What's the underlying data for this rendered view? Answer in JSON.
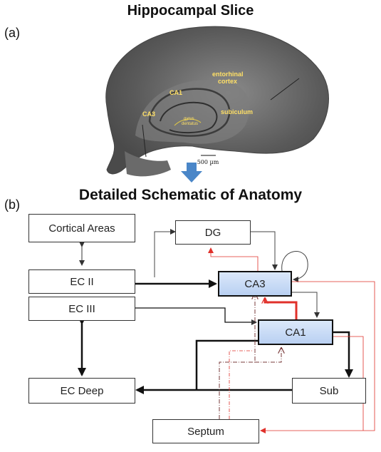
{
  "top_title": "Hippocampal Slice",
  "bottom_title": "Detailed Schematic of Anatomy",
  "panel_a": "(a)",
  "panel_b": "(b)",
  "slice_labels": {
    "entorhinal": "entorhinal\ncortex",
    "ca1": "CA1",
    "ca3": "CA3",
    "subiculum": "subiculum",
    "dentate": "gyrus\ndentatus",
    "scale": "500 µm"
  },
  "nodes": {
    "cortical": "Cortical Areas",
    "dg": "DG",
    "ec2": "EC II",
    "ca3": "CA3",
    "ec3": "EC III",
    "ca1": "CA1",
    "ecdeep": "EC Deep",
    "sub": "Sub",
    "septum": "Septum"
  },
  "colors": {
    "highlight_fill": "#c7dbf6",
    "arrow_down": "#4a86c8",
    "red_path": "#e0302a"
  }
}
